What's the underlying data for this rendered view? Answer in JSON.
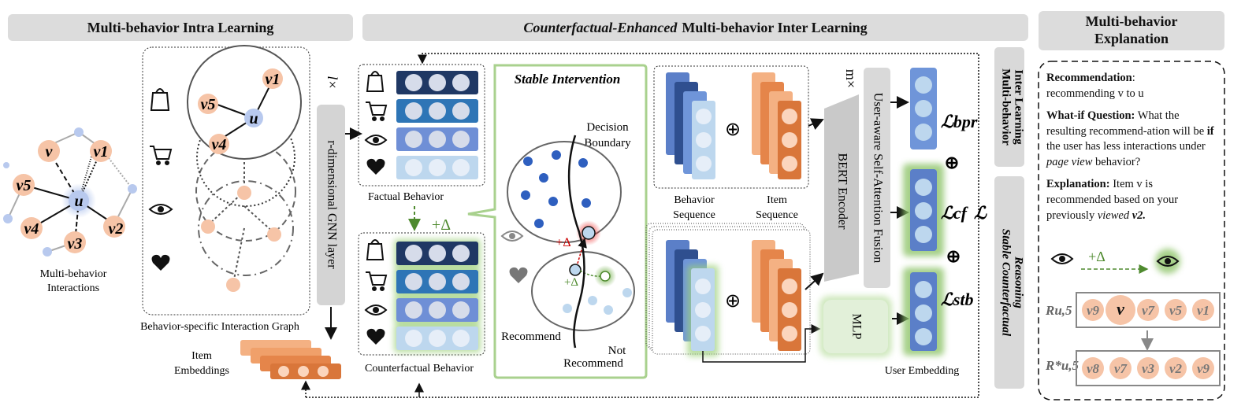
{
  "headers": {
    "intra": "Multi-behavior Intra Learning",
    "inter_italic": "Counterfactual-Enhanced",
    "inter_rest": "Multi-behavior Inter Learning",
    "explanation_line1": "Multi-behavior",
    "explanation_line2": "Explanation"
  },
  "intra": {
    "interactions_caption_l1": "Multi-behavior",
    "interactions_caption_l2": "Interactions",
    "graph_caption": "Behavior-specific Interaction Graph",
    "item_embeddings_l1": "Item",
    "item_embeddings_l2": "Embeddings",
    "gnn_layer": "r-dimensional GNN layer",
    "l_times": "l×",
    "node_u": "u",
    "node_v": "v",
    "node_v1": "v1",
    "node_v2": "v2",
    "node_v3": "v3",
    "node_v4": "v4",
    "node_v5": "v5"
  },
  "inter": {
    "factual_caption": "Factual Behavior",
    "counterfactual_caption": "Counterfactual Behavior",
    "plus_delta": "+Δ",
    "stable_title": "Stable Intervention",
    "decision_boundary_l1": "Decision",
    "decision_boundary_l2": "Boundary",
    "recommend": "Recommend",
    "not_l1": "Not",
    "not_l2": "Recommend",
    "behavior_seq_l1": "Behavior",
    "behavior_seq_l2": "Sequence",
    "item_seq_l1": "Item",
    "item_seq_l2": "Sequence",
    "bert": "BERT Encoder",
    "fusion": "User-aware Self-Attention Fusion",
    "m_times": "m×",
    "mlp": "MLP",
    "user_embedding": "User Embedding",
    "loss_bpr": "ℒbpr",
    "loss_cf": "ℒcf",
    "loss_stb": "ℒstb",
    "loss_total": "ℒ",
    "oplus": "⊕"
  },
  "side_labels": {
    "inter_learning_l1": "Multi-behavior",
    "inter_learning_l2": "Inter Learning",
    "stable_l1": "Stable Counterfactual",
    "stable_l2": "Reasoning"
  },
  "explanation": {
    "rec_title": "Recommendation",
    "rec_text": "recommending v to u",
    "whatif_title": "What-if Question",
    "whatif_text1": "What the resulting recommend-ation will be",
    "whatif_if": "if",
    "whatif_text2": "the user has less interactions under",
    "whatif_italic": "page view",
    "whatif_text3": "behavior?",
    "expl_title": "Explanation:",
    "expl_text": "Item v is recommended based on your previously",
    "expl_italic": "viewed",
    "expl_item": "v2.",
    "r_label": "Ru,5",
    "r_star_label": "R*u,5",
    "list_before": [
      "v9",
      "v",
      "v7",
      "v5",
      "v1"
    ],
    "list_after": [
      "v8",
      "v7",
      "v3",
      "v2",
      "v9"
    ]
  },
  "colors": {
    "header_gray": "#dcdcdc",
    "peach": "#f6c4a7",
    "blue_node": "#b8c9ee",
    "navy": "#1f3864",
    "blue_mid": "#2e75b6",
    "blue_light": "#8eaadb",
    "blue_pale": "#bdd7ee",
    "orange": "#c55a11",
    "green": "#70ad47"
  }
}
